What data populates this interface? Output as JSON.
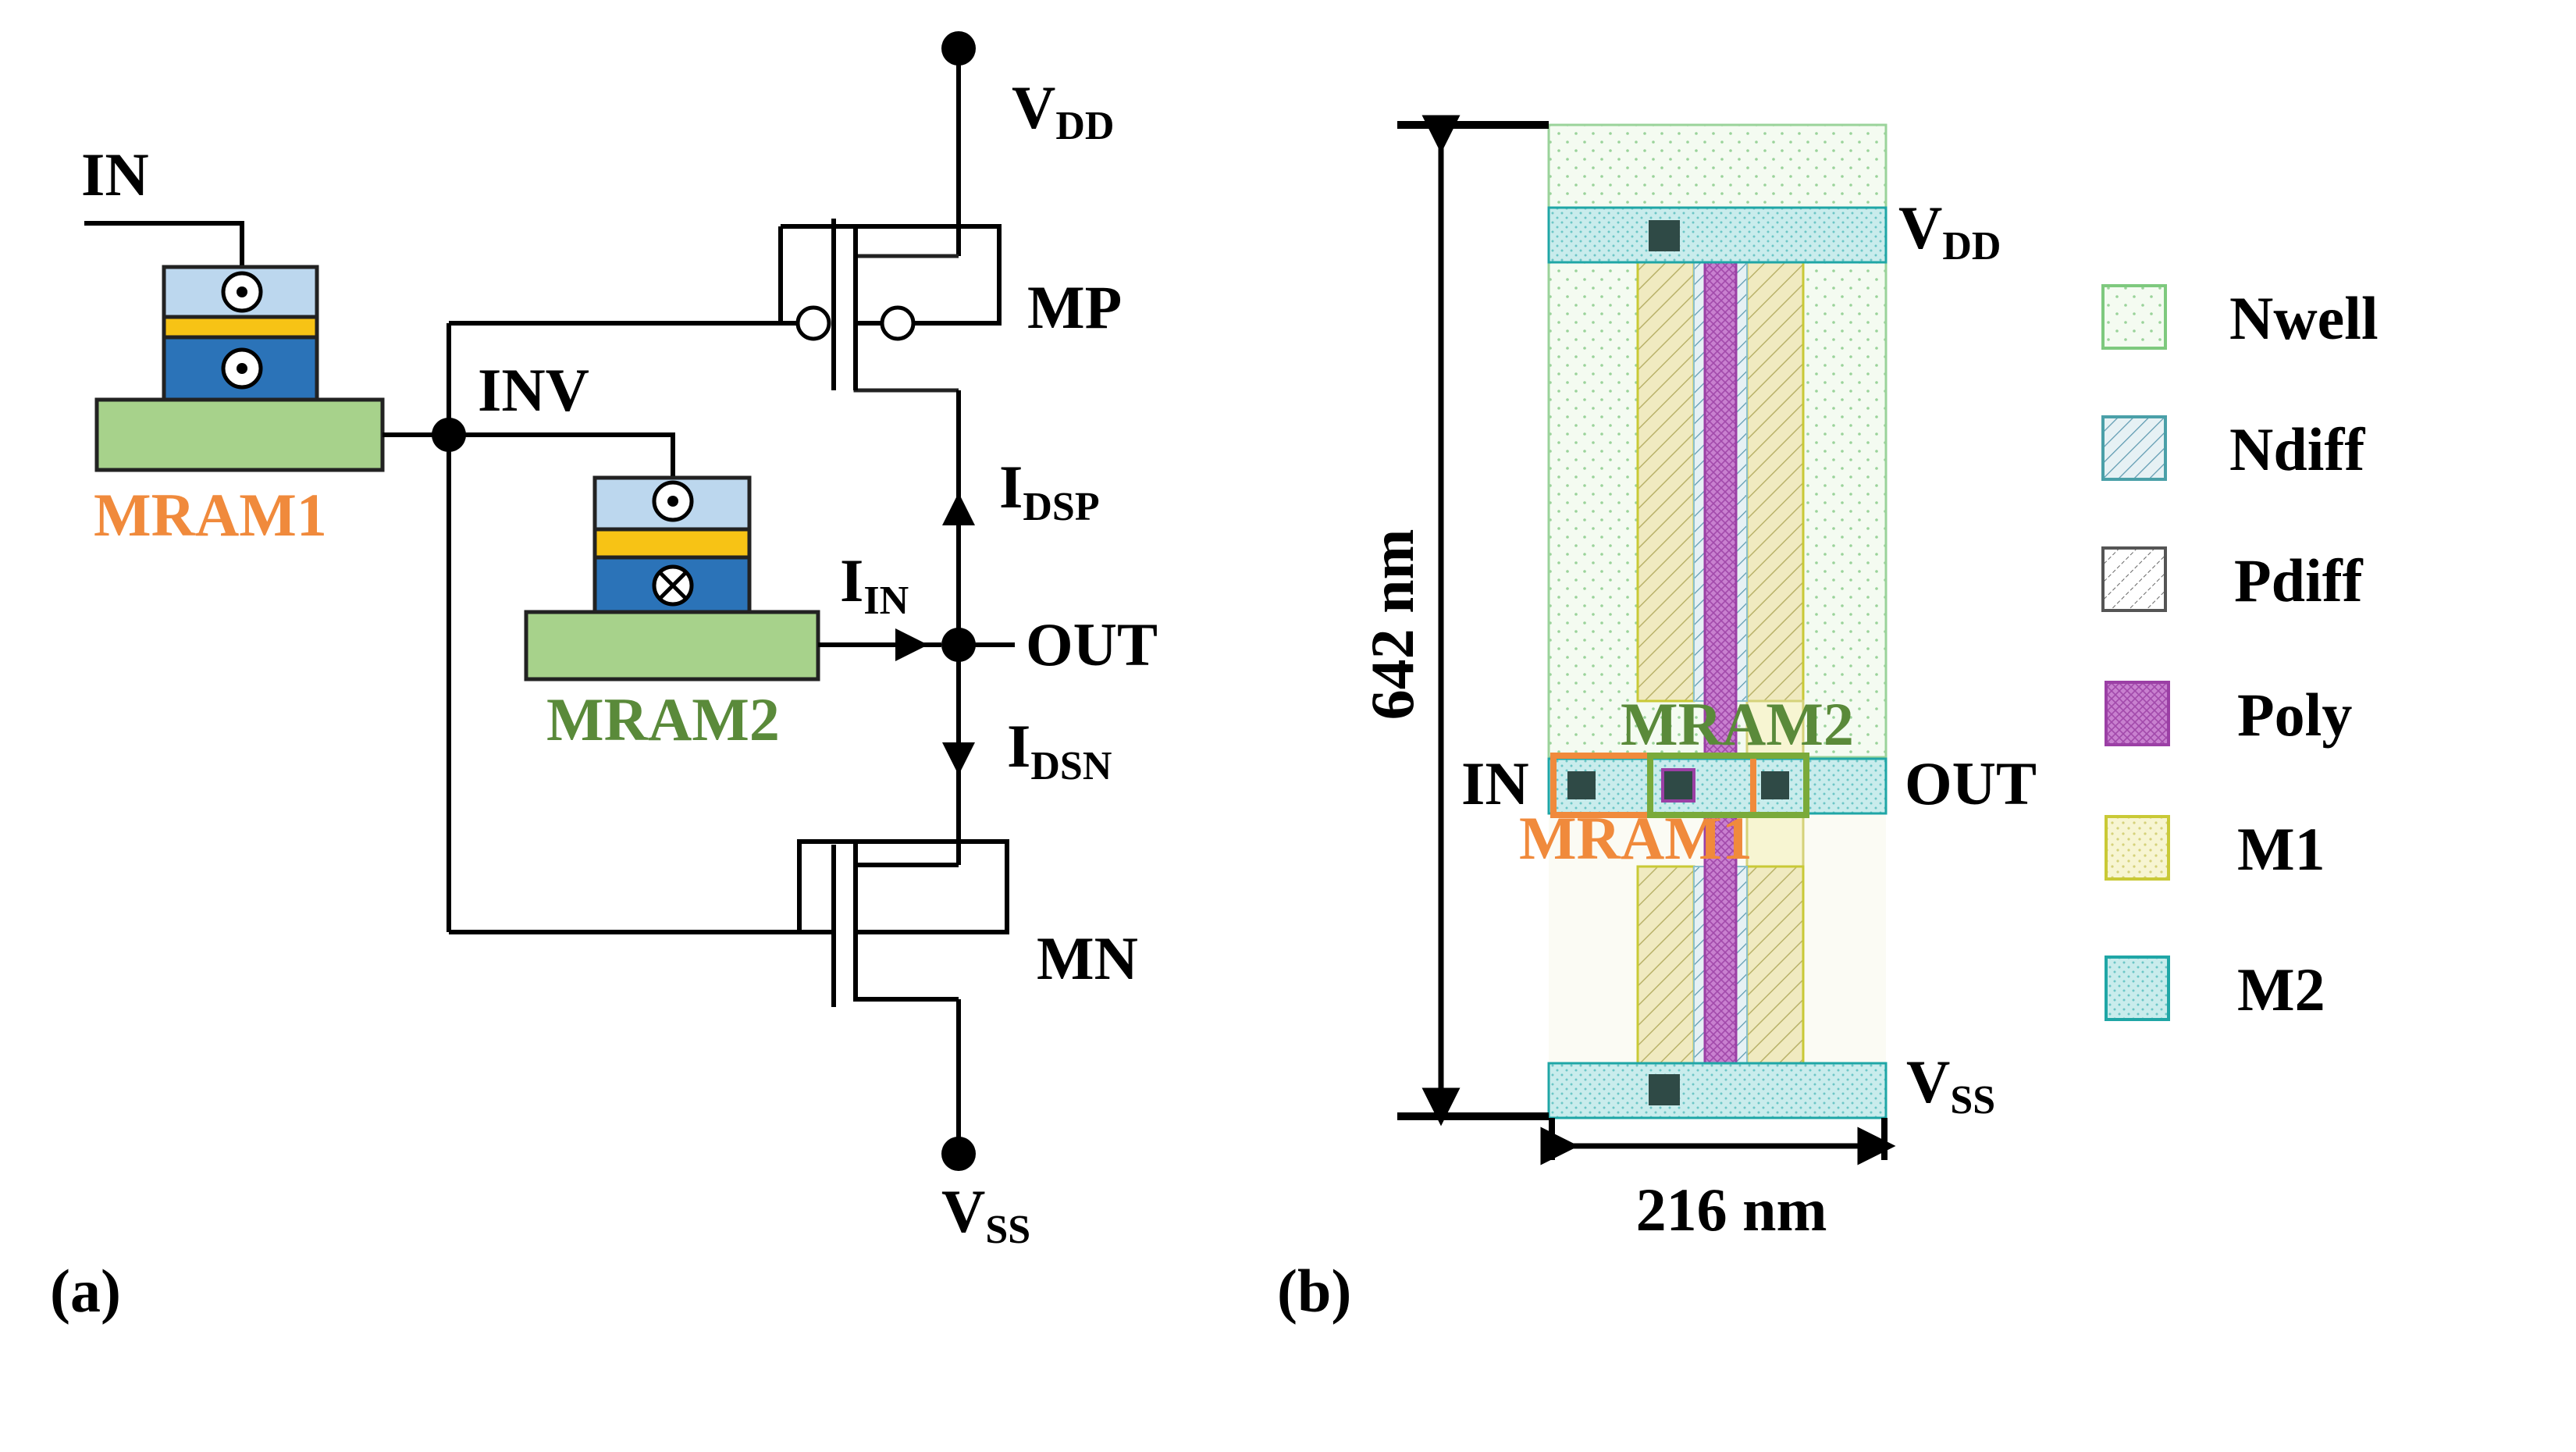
{
  "panel_a": {
    "tag": "(a)",
    "in_label": "IN",
    "inv_label": "INV",
    "vdd_label": "V",
    "vdd_sub": "DD",
    "vss_label": "V",
    "vss_sub": "SS",
    "mp_label": "MP",
    "mn_label": "MN",
    "out_label": "OUT",
    "idsp_label": "I",
    "idsp_sub": "DSP",
    "idsn_label": "I",
    "idsn_sub": "DSN",
    "iin_label": "I",
    "iin_sub": "IN",
    "mram1_label": "MRAM1",
    "mram2_label": "MRAM2",
    "mram1_top_symbol": "dot-out-of-page",
    "mram1_bottom_symbol": "dot-out-of-page",
    "mram2_top_symbol": "dot-out-of-page",
    "mram2_bottom_symbol": "cross-into-page"
  },
  "panel_b": {
    "tag": "(b)",
    "height_dim": "642 nm",
    "width_dim": "216 nm",
    "vdd_label": "V",
    "vdd_sub": "DD",
    "vss_label": "V",
    "vss_sub": "SS",
    "in_label": "IN",
    "out_label": "OUT",
    "mram1_label": "MRAM1",
    "mram2_label": "MRAM2"
  },
  "legend": [
    {
      "label": "Nwell",
      "color": "#7ec97e",
      "pattern": "dots-green"
    },
    {
      "label": "Ndiff",
      "color": "#4aa0a8",
      "pattern": "hatch-teal"
    },
    {
      "label": "Pdiff",
      "color": "#555555",
      "pattern": "hatch-black"
    },
    {
      "label": "Poly",
      "color": "#9b3fa5",
      "pattern": "cross-purple"
    },
    {
      "label": "M1",
      "color": "#c9c936",
      "pattern": "dots-yellow"
    },
    {
      "label": "M2",
      "color": "#1fa6a6",
      "pattern": "dots-teal"
    }
  ],
  "colors": {
    "mram1_text": "#f08a3c",
    "mram2_text": "#5a8a3a",
    "mtj_top": "#bcd7ee",
    "mtj_barrier": "#f7c315",
    "mtj_bottom": "#2b73b8",
    "hm_green": "#a7d28b"
  }
}
